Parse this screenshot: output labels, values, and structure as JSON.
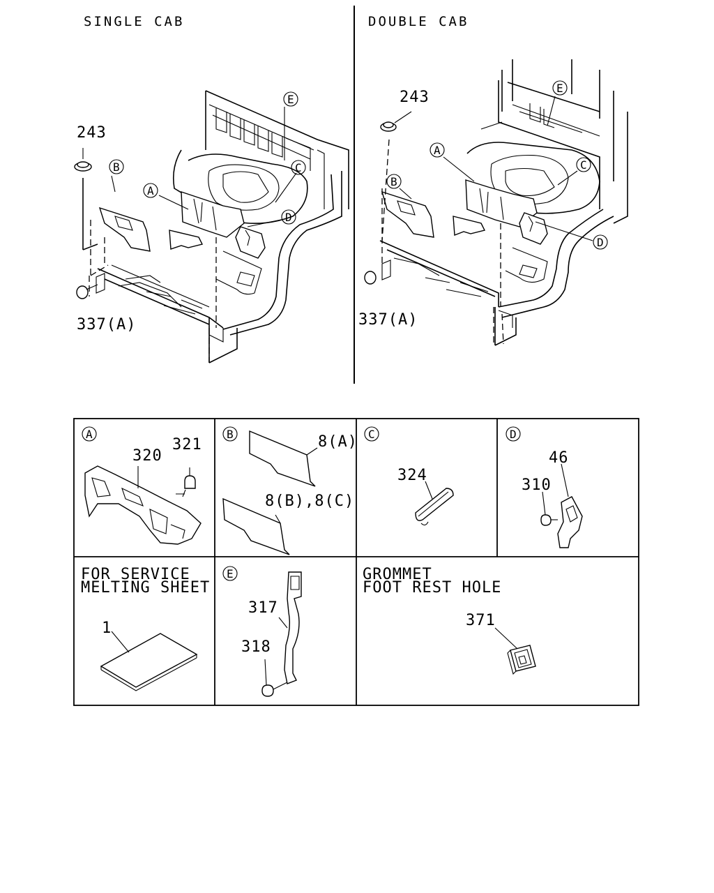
{
  "headers": {
    "single_cab": "SINGLE CAB",
    "double_cab": "DOUBLE CAB"
  },
  "single": {
    "part_243": "243",
    "part_337": "337(A)",
    "callouts": {
      "a": "A",
      "b": "B",
      "c": "C",
      "d": "D",
      "e": "E"
    }
  },
  "double": {
    "part_243": "243",
    "part_337": "337(A)",
    "callouts": {
      "a": "A",
      "b": "B",
      "c": "C",
      "d": "D",
      "e": "E"
    }
  },
  "panels": {
    "a": {
      "tag": "A",
      "part_320": "320",
      "part_321": "321"
    },
    "b": {
      "tag": "B",
      "part_8a": "8(A)",
      "part_8bc": "8(B),8(C)"
    },
    "c": {
      "tag": "C",
      "part_324": "324"
    },
    "d": {
      "tag": "D",
      "part_46": "46",
      "part_310": "310"
    },
    "service": {
      "line1": "FOR SERVICE",
      "line2": "MELTING SHEET",
      "part_1": "1"
    },
    "e": {
      "tag": "E",
      "part_317": "317",
      "part_318": "318"
    },
    "grommet": {
      "line1": "GROMMET",
      "line2": "FOOT REST HOLE",
      "part_371": "371"
    }
  }
}
